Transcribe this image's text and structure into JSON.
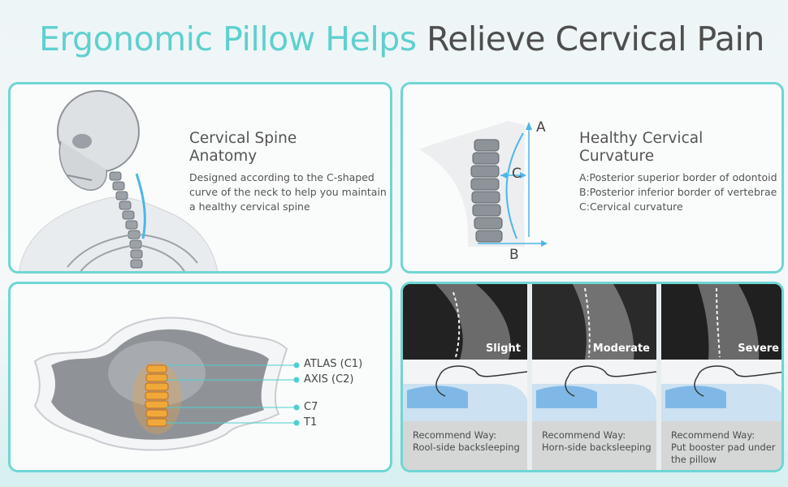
{
  "title": {
    "part1": "Ergonomic Pillow Helps",
    "part2": "Relieve Cervical Pain"
  },
  "colors": {
    "accent": "#5fd0cf",
    "border": "#6fd6d3",
    "text": "#4e4e4e"
  },
  "anatomy": {
    "title_line1": "Cervical Spine",
    "title_line2": "Anatomy",
    "desc_line1": "Designed according to the C-shaped",
    "desc_line2": "curve of the neck to help you maintain",
    "desc_line3": "a healthy cervical spine"
  },
  "curvature": {
    "title_line1": "Healthy Cervical",
    "title_line2": "Curvature",
    "item_a": "A:Posterior superior border of odontoid",
    "item_b": "B:Posterior inferior border of vertebrae",
    "item_c": "C:Cervical curvature",
    "marker_a": "A",
    "marker_b": "B",
    "marker_c": "C"
  },
  "pillow": {
    "labels": [
      "ATLAS (C1)",
      "AXIS (C2)",
      "C7",
      "T1"
    ]
  },
  "recommend": [
    {
      "severity": "Slight",
      "label": "Recommend Way:",
      "way_line1": "Rool-side backsleeping",
      "way_line2": ""
    },
    {
      "severity": "Moderate",
      "label": "Recommend Way:",
      "way_line1": "Horn-side backsleeping",
      "way_line2": ""
    },
    {
      "severity": "Severe",
      "label": "Recommend Way:",
      "way_line1": "Put booster pad under",
      "way_line2": "the pillow"
    }
  ]
}
